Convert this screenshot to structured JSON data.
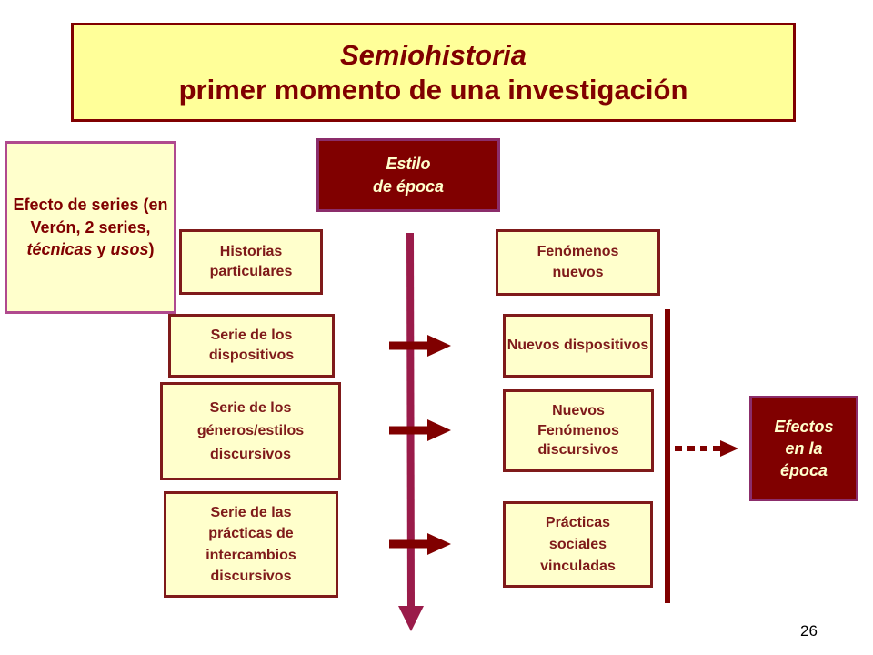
{
  "title": {
    "line1": "Semiohistoria",
    "line2": "primer momento de una investigación"
  },
  "side_note": {
    "part1": "Efecto de series (en Verón, 2 series, ",
    "tecnicas": "técnicas",
    "part2": " y ",
    "usos": "usos",
    "part3": ")"
  },
  "estilo": {
    "line1": "Estilo",
    "line2": "de época"
  },
  "left_boxes": {
    "historias": "Historias particulares",
    "dispositivos": "Serie de los dispositivos",
    "generos": "Serie de los géneros/estilos discursivos",
    "practicas": "Serie de las prácticas de intercambios discursivos"
  },
  "right_boxes": {
    "fenomenos": "Fenómenos nuevos",
    "dispositivos": "Nuevos dispositivos",
    "discursivos": "Nuevos Fenómenos discursivos",
    "practicas": "Prácticas sociales vinculadas"
  },
  "efectos": {
    "line1": "Efectos",
    "line2": "en la",
    "line3": "época"
  },
  "page_number": "26",
  "colors": {
    "maroon": "#800000",
    "cream": "#ffffcc",
    "title_yellow": "#ffff99",
    "timeline": "#9a1b4a",
    "side_border": "#b04a8e"
  }
}
